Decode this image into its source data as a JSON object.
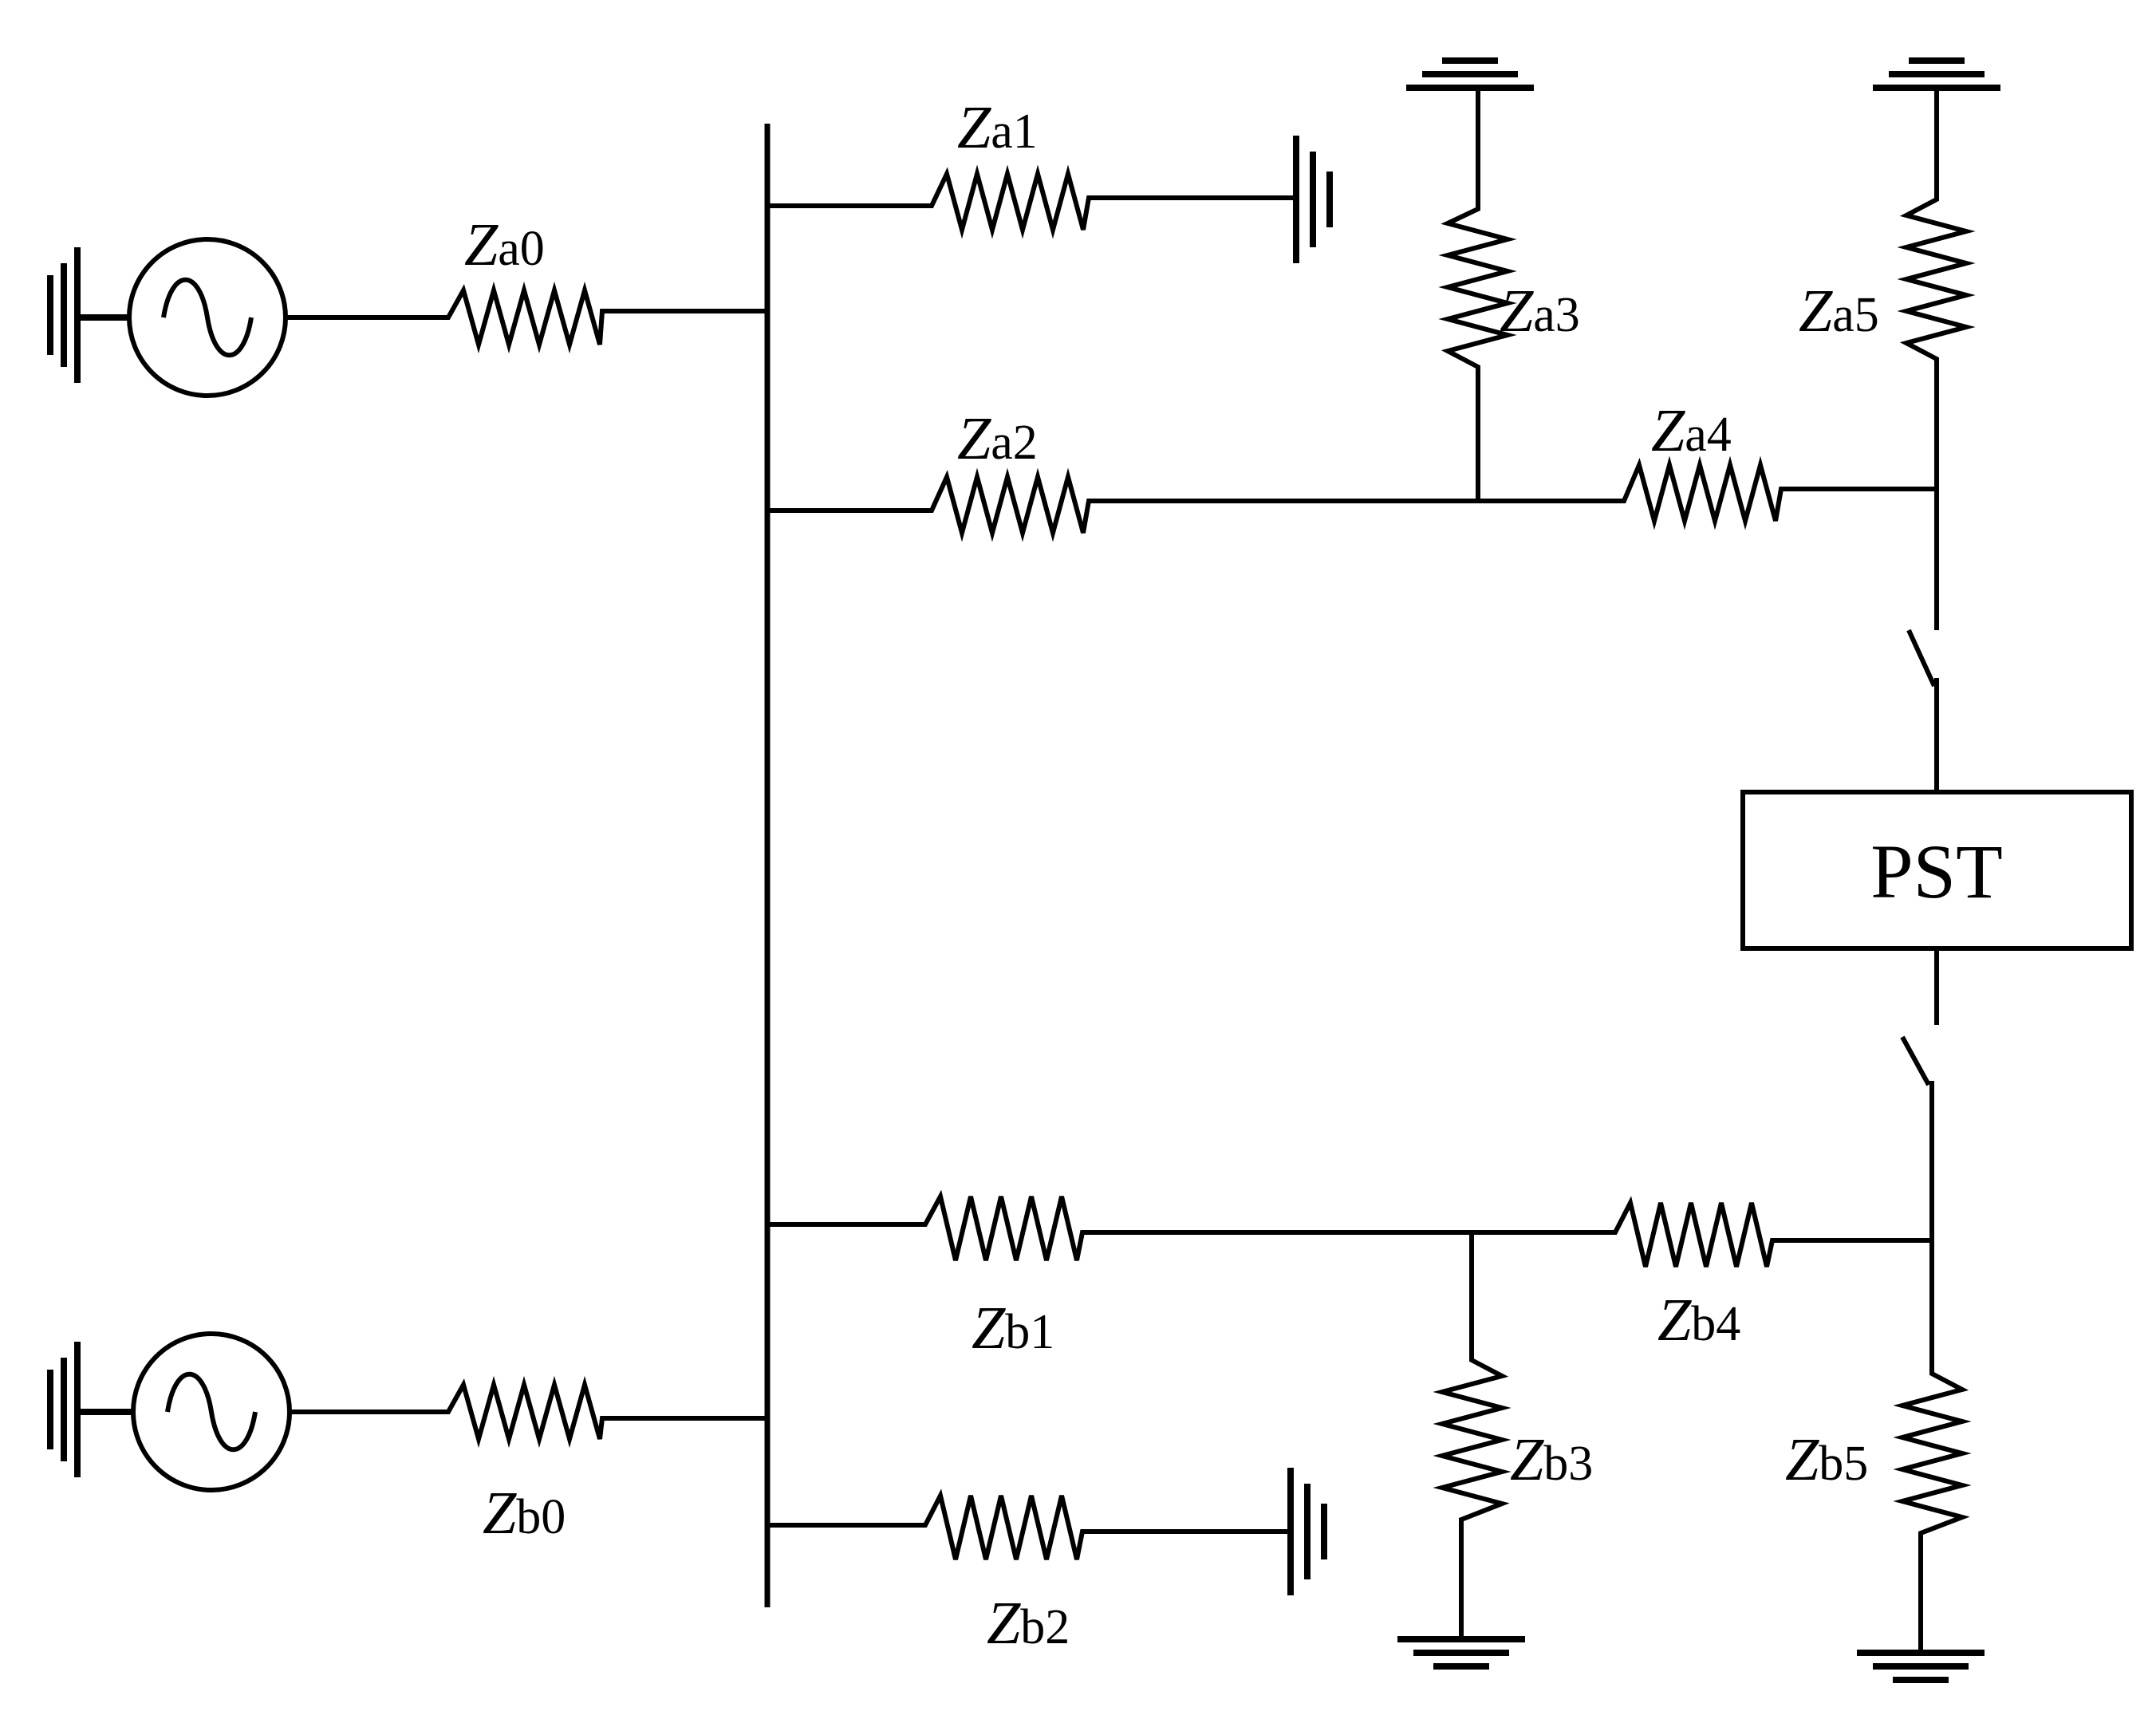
{
  "diagram": {
    "labels": {
      "za0": {
        "symbol": "Z",
        "sub": "a0"
      },
      "za1": {
        "symbol": "Z",
        "sub": "a1"
      },
      "za2": {
        "symbol": "Z",
        "sub": "a2"
      },
      "za3": {
        "symbol": "Z",
        "sub": "a3"
      },
      "za4": {
        "symbol": "Z",
        "sub": "a4"
      },
      "za5": {
        "symbol": "Z",
        "sub": "a5"
      },
      "zb0": {
        "symbol": "Z",
        "sub": "b0"
      },
      "zb1": {
        "symbol": "Z",
        "sub": "b1"
      },
      "zb2": {
        "symbol": "Z",
        "sub": "b2"
      },
      "zb3": {
        "symbol": "Z",
        "sub": "b3"
      },
      "zb4": {
        "symbol": "Z",
        "sub": "b4"
      },
      "zb5": {
        "symbol": "Z",
        "sub": "b5"
      }
    },
    "pst_label": "PST"
  }
}
